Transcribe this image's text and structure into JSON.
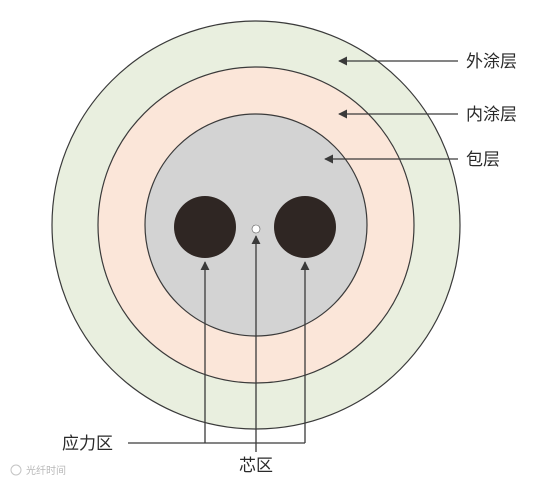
{
  "labels": {
    "outer_coating": "外涂层",
    "inner_coating": "内涂层",
    "cladding": "包层",
    "stress_region": "应力区",
    "core_region": "芯区"
  },
  "watermark": "光纤时间",
  "colors": {
    "outer_coating": "#e9efdf",
    "inner_coating": "#fbe6d9",
    "cladding": "#d3d3d3",
    "stress_rods": "#2f2623",
    "core": "#ffffff",
    "outline": "#3a3a3a"
  }
}
